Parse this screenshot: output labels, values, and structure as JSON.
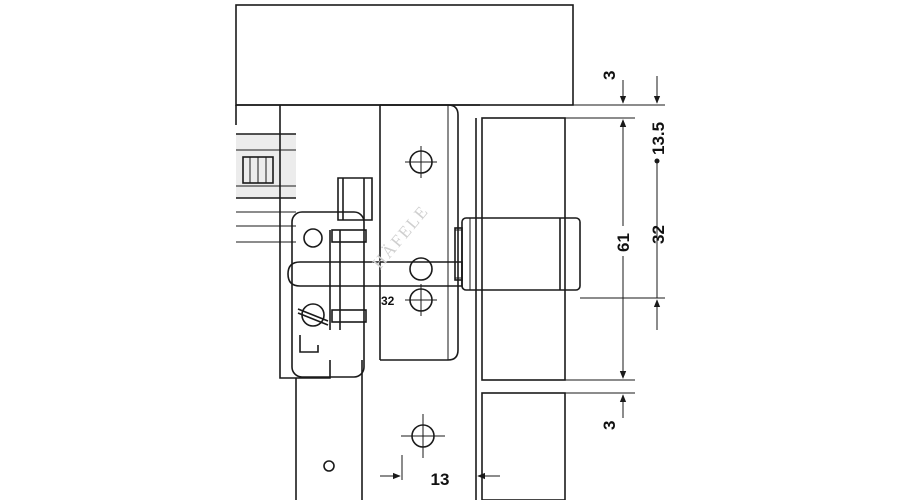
{
  "dimensions": {
    "top_gap": "3",
    "offset_top": "13.5",
    "spacing_hole": "32",
    "overall_height": "61",
    "bottom_gap": "3",
    "horizontal_offset": "13",
    "inner_label": "32"
  },
  "watermark": "HÄFELE"
}
